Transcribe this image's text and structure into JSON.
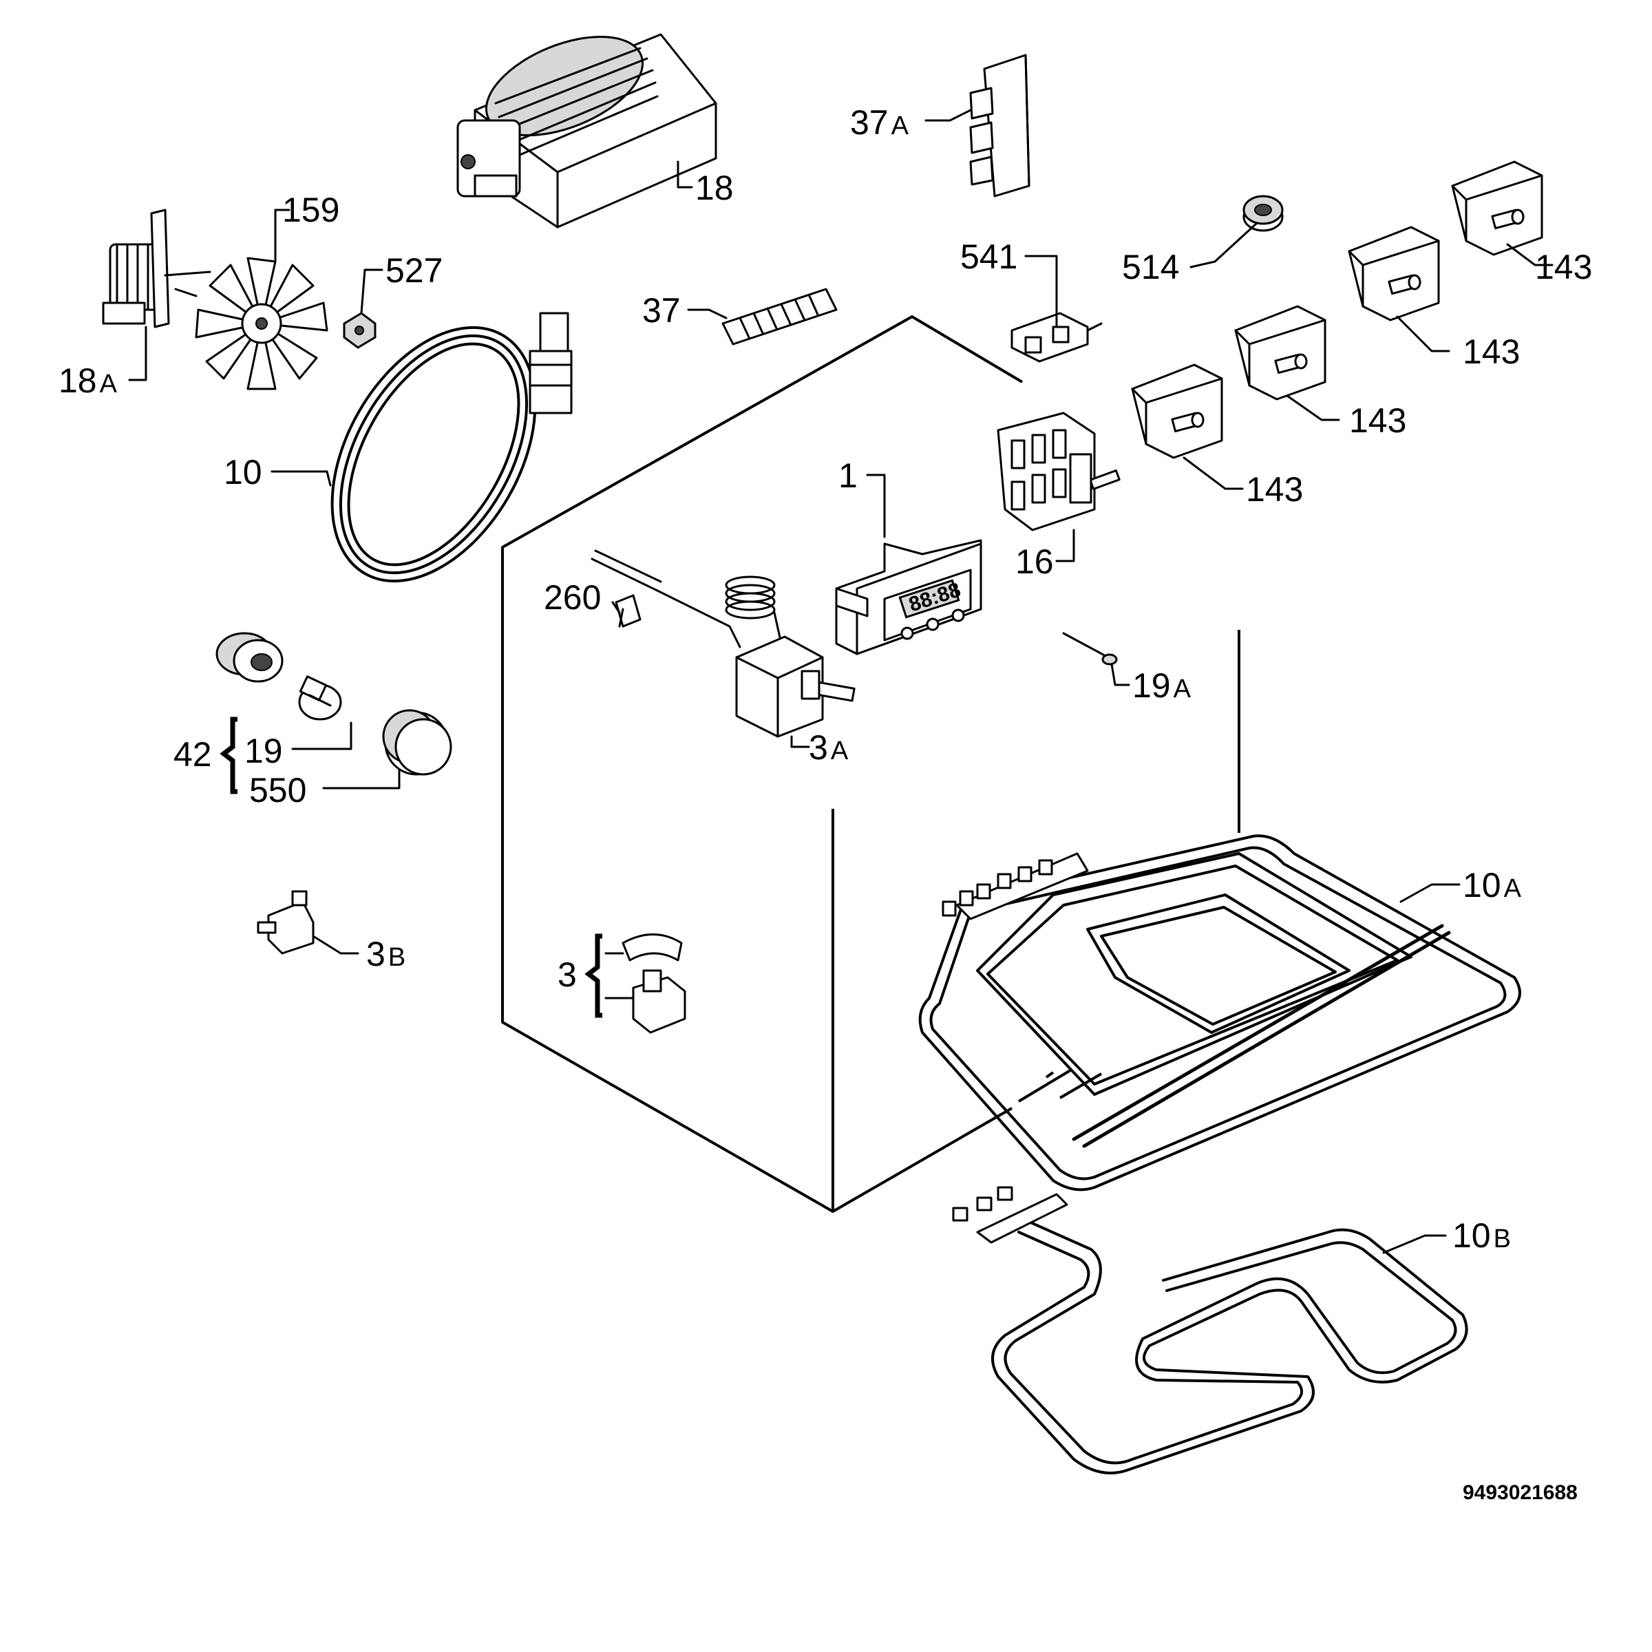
{
  "document_number": "9493021688",
  "callouts": {
    "c18": "18",
    "c18a_num": "18",
    "c18a_suffix": "A",
    "c159": "159",
    "c527": "527",
    "c10": "10",
    "c37a_num": "37",
    "c37a_suffix": "A",
    "c37": "37",
    "c541": "541",
    "c514": "514",
    "c143_1": "143",
    "c143_2": "143",
    "c143_3": "143",
    "c143_4": "143",
    "c1": "1",
    "c16": "16",
    "c260": "260",
    "c19a_num": "19",
    "c19a_suffix": "A",
    "c3a_num": "3",
    "c3a_suffix": "A",
    "c42": "42",
    "c19": "19",
    "c550": "550",
    "c3b_num": "3",
    "c3b_suffix": "B",
    "c3": "3",
    "c10a_num": "10",
    "c10a_suffix": "A",
    "c10b_num": "10",
    "c10b_suffix": "B"
  }
}
